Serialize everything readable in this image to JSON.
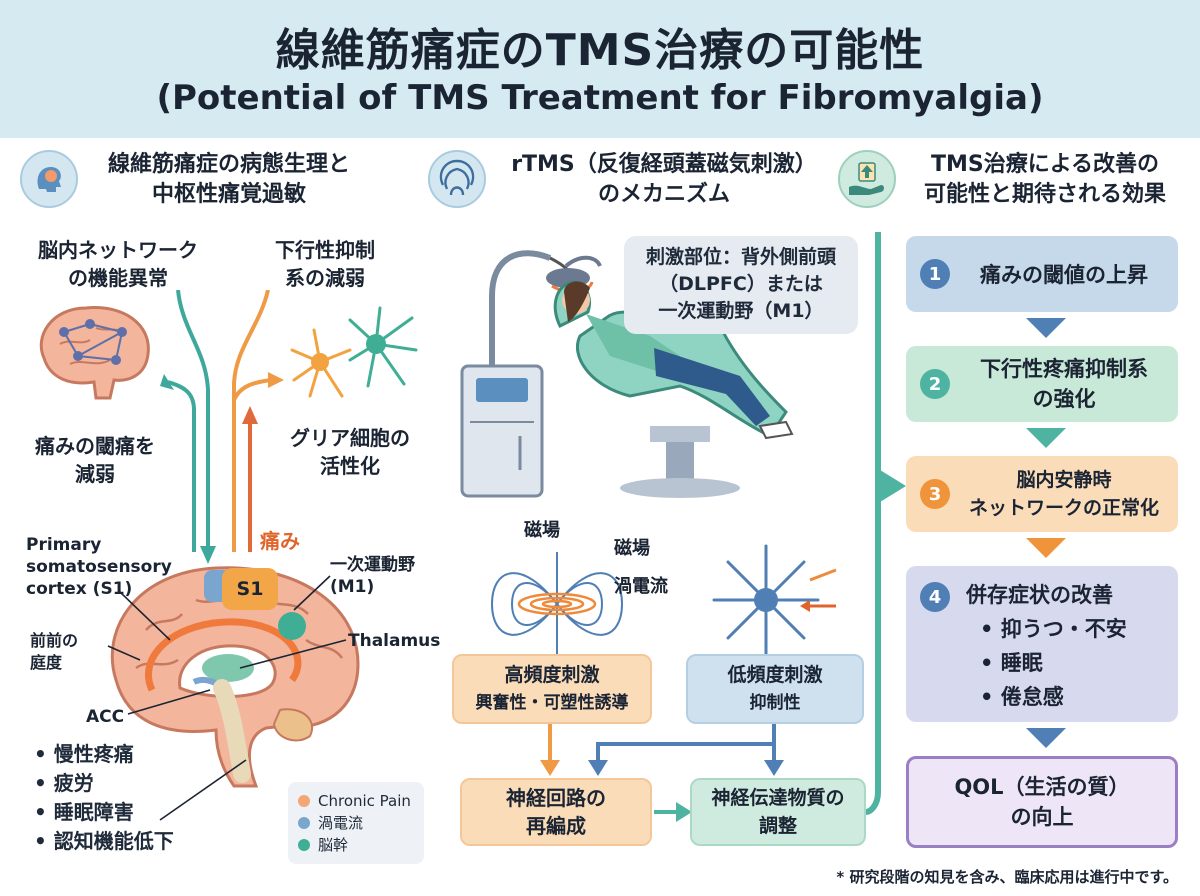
{
  "header": {
    "title_jp": "線維筋痛症のTMS治療の可能性",
    "title_en": "(Potential of TMS Treatment for Fibromyalgia)"
  },
  "col1": {
    "title": [
      "線維筋痛症の病態生理と",
      "中枢性痛覚過敏"
    ],
    "network_label": [
      "脳内ネットワーク",
      "の機能異常"
    ],
    "descending_label": [
      "下行性抑制",
      "系の減弱"
    ],
    "pain_reduce_label": [
      "痛みの閾痛を",
      "減弱"
    ],
    "glia_label": [
      "グリア細胞の",
      "活性化"
    ],
    "s1_label": [
      "Primary",
      "somatosensory",
      "cortex (S1)"
    ],
    "pain_word": "痛み",
    "s1_badge": "S1",
    "m1_label": [
      "一次運動野",
      "(M1)"
    ],
    "thalamus_label": "Thalamus",
    "frontal_label": [
      "前前の",
      "庭度"
    ],
    "acc_label": "ACC",
    "symptoms": [
      "慢性疼痛",
      "疲労",
      "睡眠障害",
      "認知機能低下"
    ],
    "legend": [
      {
        "label": "Chronic Pain",
        "color": "#f4a676"
      },
      {
        "label": "渦電流",
        "color": "#7aa5cf"
      },
      {
        "label": "脳幹",
        "color": "#3fae95"
      }
    ]
  },
  "col2": {
    "title": [
      "rTMS（反復経頭蓋磁気刺激）",
      "のメカニズム"
    ],
    "callout": [
      "刺激部位：背外側前頭",
      "（DLPFC）または",
      "一次運動野（M1）"
    ],
    "field_label_top": "磁場",
    "field_label_right": "磁場",
    "eddy_label": "渦電流",
    "high_freq": [
      "高頻度刺激",
      "興奮性・可塑性誘導"
    ],
    "low_freq": [
      "低頻度刺激",
      "抑制性"
    ],
    "reorg": [
      "神経回路の",
      "再編成"
    ],
    "neuro": [
      "神経伝達物質の",
      "調整"
    ]
  },
  "col3": {
    "title": [
      "TMS治療による改善の",
      "可能性と期待される効果"
    ],
    "steps": [
      {
        "num": "1",
        "lines": [
          "痛みの閾値の上昇"
        ]
      },
      {
        "num": "2",
        "lines": [
          "下行性疼痛抑制系",
          "の強化"
        ]
      },
      {
        "num": "3",
        "lines": [
          "脳内安静時",
          "ネットワークの正常化"
        ]
      },
      {
        "num": "4",
        "lines": [
          "併存症状の改善"
        ],
        "bullets": [
          "抑うつ・不安",
          "睡眠",
          "倦怠感"
        ]
      }
    ],
    "qol": [
      "QOL（生活の質）",
      "の向上"
    ]
  },
  "footnote": "* 研究段階の知見を含み、臨床応用は進行中です。",
  "colors": {
    "header_bg": "#d6eaf1",
    "teal": "#4fb3a2",
    "orange": "#f0943c",
    "blue": "#4f7fb5",
    "purple": "#9b7fc4"
  },
  "icons": [
    "brain-head-icon",
    "magnetic-wave-icon",
    "hand-up-arrow-icon",
    "coil-icon",
    "chair-icon",
    "neuron-icon"
  ]
}
